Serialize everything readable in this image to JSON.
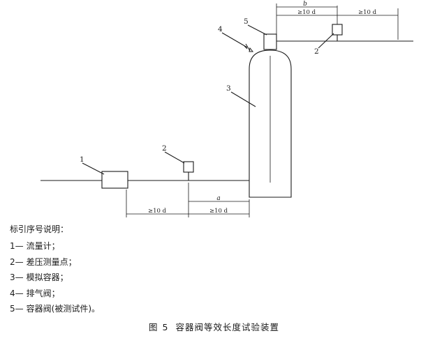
{
  "diagram": {
    "callouts": {
      "c1": "1",
      "c2a": "2",
      "c2b": "2",
      "c3": "3",
      "c4": "4",
      "c5": "5"
    },
    "dimensions": {
      "a": "a",
      "b": "b",
      "upstream_flow_to_tap": "≥10 d",
      "tap_to_vessel": "≥10 d",
      "valve_to_tap": "≥10 d",
      "tap_to_outlet": "≥10 d"
    }
  },
  "legend": {
    "title": "标引序号说明：",
    "items": [
      {
        "num": "1—",
        "text": "流量计；"
      },
      {
        "num": "2—",
        "text": "差压测量点；"
      },
      {
        "num": "3—",
        "text": "模拟容器；"
      },
      {
        "num": "4—",
        "text": "排气阀；"
      },
      {
        "num": "5—",
        "text": "容器阀(被测试件)。"
      }
    ]
  },
  "caption": {
    "prefix": "图",
    "number": "5",
    "title": "容器阀等效长度试验装置"
  }
}
